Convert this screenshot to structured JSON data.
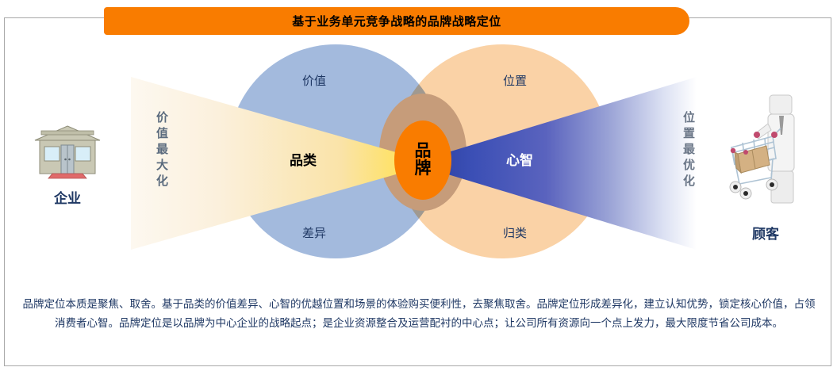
{
  "title": "基于业务单元竞争战略的品牌战略定位",
  "colors": {
    "banner": "#F97C00",
    "circle_left": "#A3BADD",
    "circle_right": "#FAD2A6",
    "overlap": "#C69C7A",
    "brand": "#F97C00",
    "wedge_left_tip": "#FFDE3D",
    "wedge_right_tip": "#2B3FA0",
    "text_navy": "#1F3864"
  },
  "diagram": {
    "brand_center": "品牌",
    "left_circle": {
      "top_label": "价值",
      "bottom_label": "差异",
      "wedge_label": "品类"
    },
    "right_circle": {
      "top_label": "位置",
      "bottom_label": "归类",
      "wedge_label": "心智"
    },
    "left_vertical": "价值最大化",
    "right_vertical": "位置最优化",
    "left_icon": {
      "name": "storefront-icon",
      "caption": "企业"
    },
    "right_icon": {
      "name": "shopper-with-cart-icon",
      "caption": "顾客"
    }
  },
  "footer": {
    "paragraph": "品牌定位本质是聚焦、取舍。基于品类的价值差异、心智的优越位置和场景的体验购买便利性，去聚焦取舍。品牌定位形成差异化，建立认知优势，锁定核心价值，占领消费者心智。品牌定位是以品牌为中心企业的战略起点；是企业资源整合及运营配衬的中心点；让公司所有资源向一个点上发力，最大限度节省公司成本。"
  }
}
